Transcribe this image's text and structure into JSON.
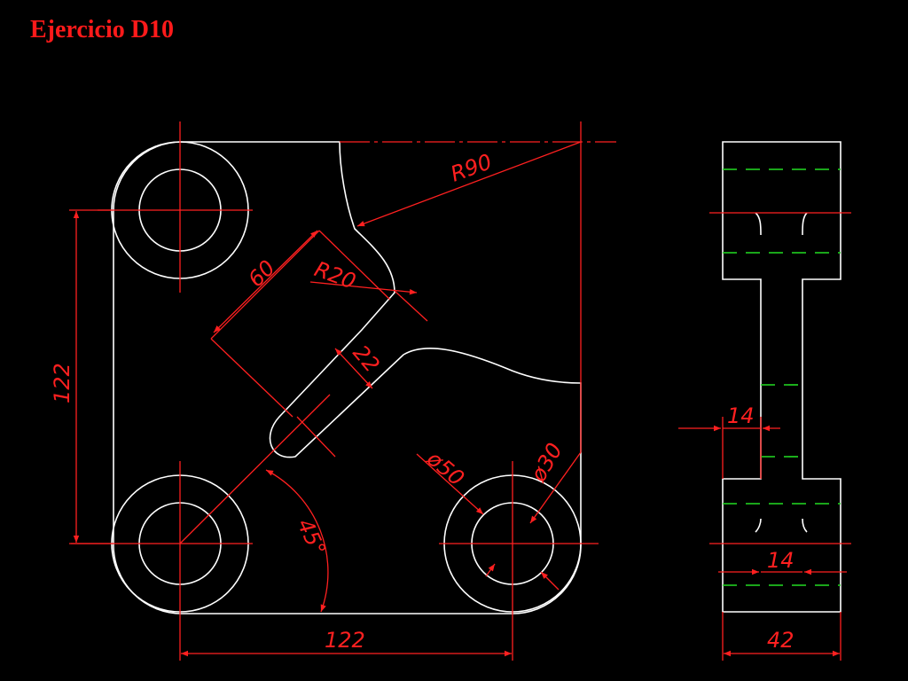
{
  "title": "Ejercicio D10",
  "colors": {
    "background": "#000000",
    "outline": "#ffffff",
    "dimension": "#ff2020",
    "hidden_line": "#22dd22"
  },
  "dimensions": {
    "r90": "R90",
    "len60": "60",
    "r20": "R20",
    "w22": "22",
    "h122": "122",
    "d50": "ø50",
    "d30": "ø30",
    "ang45": "45°",
    "b122": "122",
    "s14a": "14",
    "s14b": "14",
    "s42": "42"
  }
}
